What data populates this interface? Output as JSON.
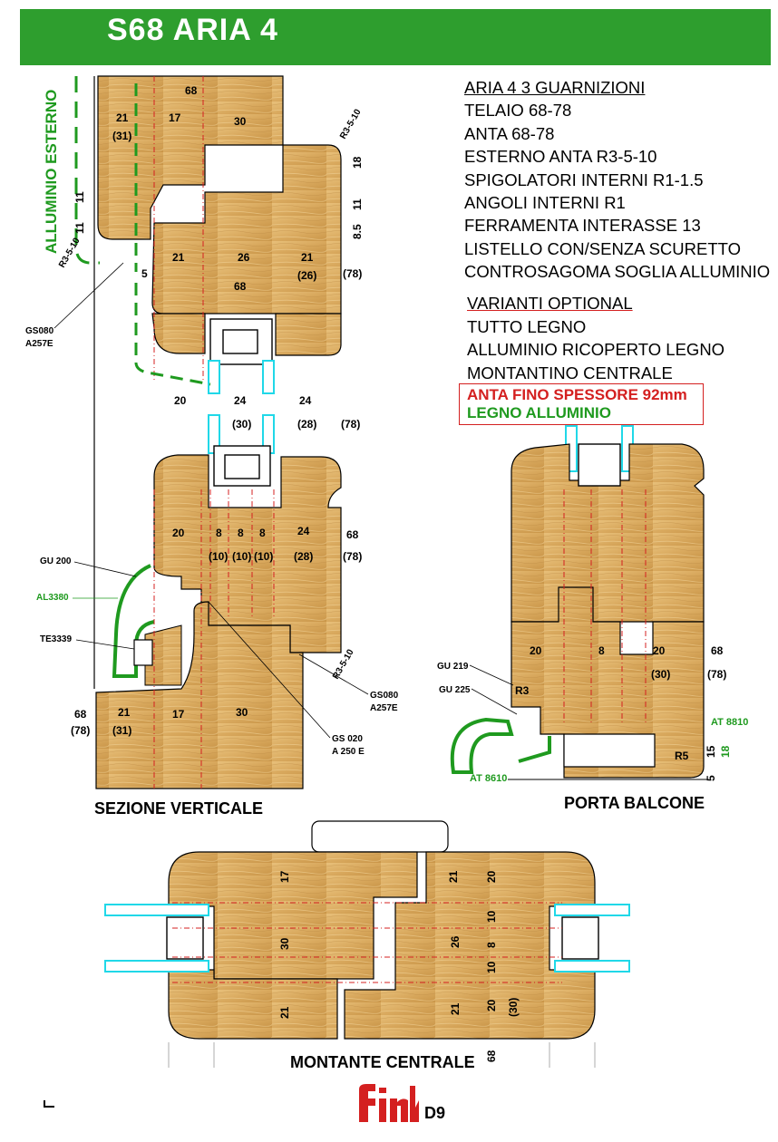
{
  "title": "S68  ARIA 4",
  "specs": {
    "heading": "ARIA 4  3 GUARNIZIONI",
    "lines": [
      "TELAIO 68-78",
      "ANTA 68-78",
      "ESTERNO ANTA  R3-5-10",
      "SPIGOLATORI INTERNI R1-1.5",
      "ANGOLI INTERNI R1",
      "FERRAMENTA INTERASSE 13",
      "LISTELLO CON/SENZA SCURETTO",
      "CONTROSAGOMA SOGLIA ALLUMINIO"
    ]
  },
  "optional": {
    "heading": "VARIANTI  OPTIONAL",
    "lines": [
      "TUTTO LEGNO",
      "ALLUMINIO RICOPERTO LEGNO",
      "MONTANTINO CENTRALE"
    ],
    "red_line": "ANTA FINO SPESSORE 92mm",
    "green_line": "LEGNO ALLUMINIO"
  },
  "colors": {
    "banner": "#2e9e2e",
    "wood": "#dcae64",
    "glass": "#20d8e8",
    "green": "#1f9a1f",
    "red": "#d42020"
  },
  "captions": {
    "vertical": "SEZIONE VERTICALE",
    "balcony": "PORTA BALCONE",
    "mullion": "MONTANTE CENTRALE"
  },
  "vertical_top": {
    "dims": [
      "68",
      "21",
      "(31)",
      "17",
      "30",
      "R3-5-10",
      "18",
      "11",
      "8.5",
      "11",
      "11",
      "21",
      "26",
      "21",
      "(26)",
      "(78)",
      "68",
      "5",
      "R3-5-10"
    ],
    "side_label": "ALLUMINIO ESTERNO",
    "gasket": [
      "GS080",
      "A257E"
    ]
  },
  "vertical_bottom": {
    "dims": [
      "20",
      "24",
      "24",
      "(30)",
      "(28)",
      "(78)",
      "20",
      "8",
      "8",
      "8",
      "24",
      "68",
      "(10)",
      "(10)",
      "(10)",
      "(28)",
      "(78)",
      "68",
      "(78)",
      "21",
      "(31)",
      "17",
      "30",
      "R3-5-10"
    ],
    "labels": [
      "GU 200",
      "AL3380",
      "TE3339",
      "GS080",
      "A257E",
      "GS 020",
      "A 250 E"
    ]
  },
  "balcony": {
    "dims": [
      "20",
      "8",
      "20",
      "(30)",
      "68",
      "(78)",
      "R3",
      "R5",
      "15",
      "18",
      "5"
    ],
    "labels": [
      "GU 219",
      "GU 225",
      "AT 8810",
      "AT 8610"
    ]
  },
  "mullion": {
    "dims": [
      "17",
      "21",
      "20",
      "10",
      "8",
      "10",
      "30",
      "26",
      "21",
      "21",
      "20",
      "(30)",
      "68"
    ]
  },
  "footer": {
    "logo": "fink",
    "page": "D9"
  }
}
